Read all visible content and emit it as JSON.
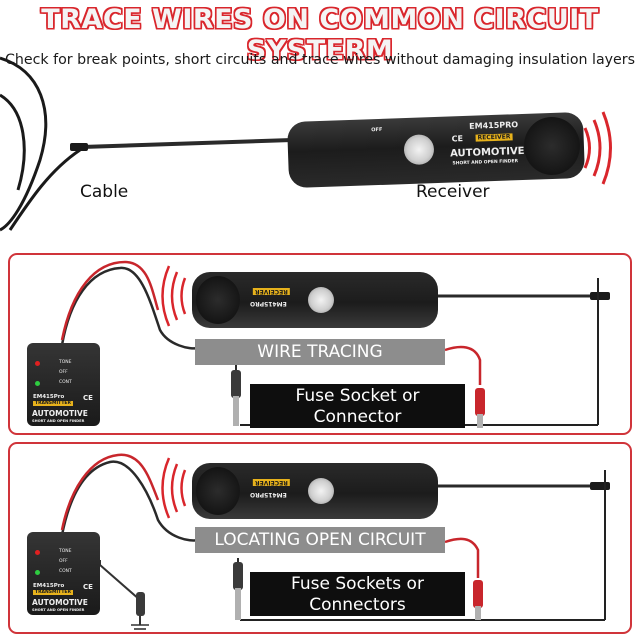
{
  "header": {
    "title": "TRACE WIRES ON COMMON CIRCUIT SYSTERM",
    "subtitle": "Check for break points, short circuits and trace wires without damaging insulation layers"
  },
  "top_section": {
    "cable_label": "Cable",
    "receiver_label": "Receiver"
  },
  "receiver_device": {
    "model": "EM415PRO",
    "tag": "RECEIVER",
    "product_name": "AUTOMOTIVE",
    "product_subtitle": "SHORT AND OPEN FINDER",
    "ce_mark": "CE",
    "switch_label": "OFF"
  },
  "transmitter_device": {
    "model": "EM415Pro",
    "tag": "TRANSMITTER",
    "product_name": "AUTOMOTIVE",
    "product_subtitle": "SHORT AND OPEN FINDER",
    "ce_mark": "CE",
    "led_labels": [
      "TONE",
      "OFF",
      "CONT"
    ]
  },
  "panels": [
    {
      "mode_label": "WIRE TRACING",
      "box_line1": "Fuse Socket or",
      "box_line2": "Connector"
    },
    {
      "mode_label": "LOCATING OPEN CIRCUIT",
      "box_line1": "Fuse Sockets or",
      "box_line2": "Connectors"
    }
  ],
  "colors": {
    "title_outline": "#d9262c",
    "panel_border": "#d0343a",
    "signal_waves": "#d9262c",
    "red_wire": "#c8262c",
    "mode_label_bg": "#8d8d8d",
    "box_bg": "#0e0e0e",
    "accent_tag": "#e7b21c",
    "led_red": "#e02020",
    "led_green": "#2ecc40"
  },
  "icons": [
    "signal-waves-icon",
    "ground-symbol-icon",
    "alligator-clip-icon",
    "power-button-icon"
  ]
}
